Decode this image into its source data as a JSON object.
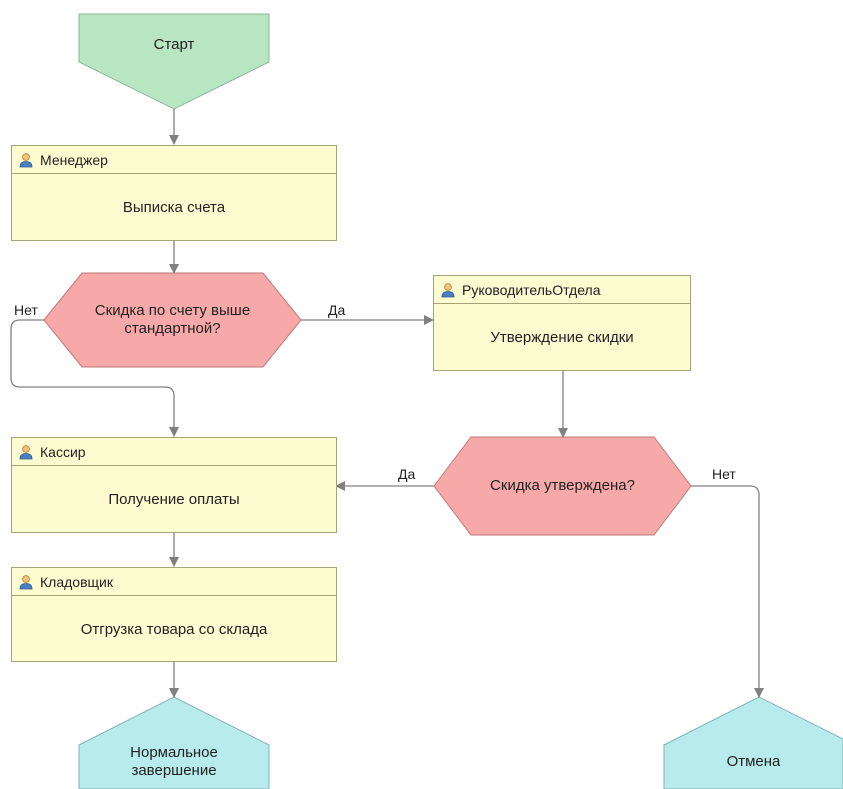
{
  "colors": {
    "start_fill": "#b8e6c3",
    "end_fill": "#b8ecec",
    "task_fill": "#fdfbd0",
    "decision_fill": "#f7a8a8",
    "connector": "#808080"
  },
  "nodes": {
    "start": {
      "label": "Старт"
    },
    "invoice": {
      "role": "Менеджер",
      "label": "Выписка счета",
      "icon": "user-icon"
    },
    "discount_check": {
      "label": "Скидка по счету выше\nстандартной?"
    },
    "approve_discount": {
      "role": "РуководительОтдела",
      "label": "Утверждение скидки",
      "icon": "user-icon"
    },
    "payment": {
      "role": "Кассир",
      "label": "Получение оплаты",
      "icon": "user-icon"
    },
    "approved_check": {
      "label": "Скидка утверждена?"
    },
    "shipment": {
      "role": "Кладовщик",
      "label": "Отгрузка товара со склада",
      "icon": "user-icon"
    },
    "normal_end": {
      "label": "Нормальное\nзавершение"
    },
    "cancel": {
      "label": "Отмена"
    }
  },
  "edges": {
    "discount_no": "Нет",
    "discount_yes": "Да",
    "approved_yes": "Да",
    "approved_no": "Нет"
  }
}
